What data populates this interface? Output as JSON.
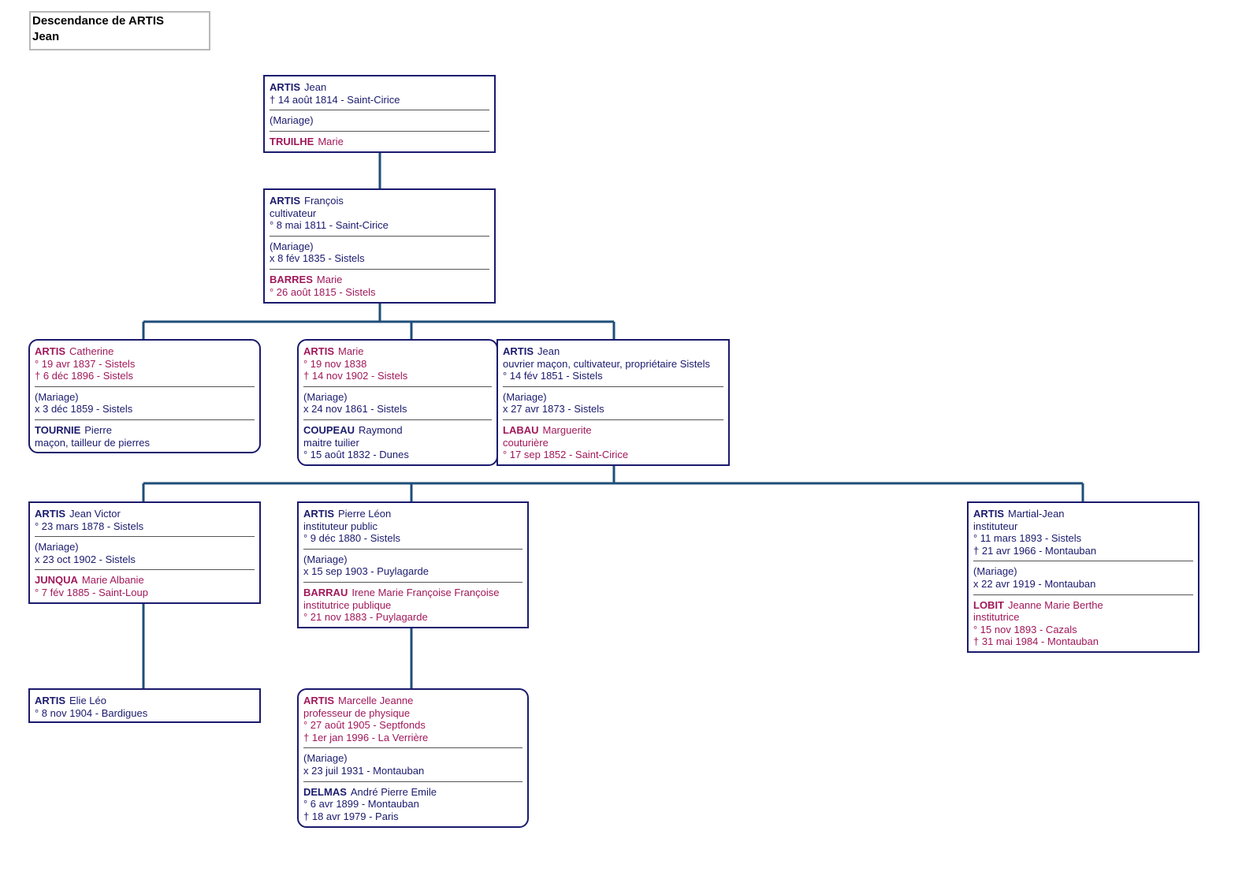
{
  "title": [
    "Descendance de ARTIS",
    "Jean"
  ],
  "colors": {
    "male": "#1a1a6e",
    "female": "#a0185a",
    "line": "#1f4e79",
    "title_border": "#b8b8b8"
  },
  "cards": [
    {
      "id": "card-artis-jean-root",
      "sections": [
        {
          "sex": "m",
          "surname": "ARTIS",
          "given": "Jean",
          "lines": [
            "† 14 août 1814 - Saint-Cirice"
          ]
        },
        {
          "sex": "m",
          "lines": [
            "(Mariage)"
          ]
        },
        {
          "sex": "f",
          "surname": "TRUILHE",
          "given": "Marie",
          "lines": []
        }
      ]
    },
    {
      "id": "card-artis-francois",
      "sections": [
        {
          "sex": "m",
          "surname": "ARTIS",
          "given": "François",
          "lines": [
            "cultivateur",
            "° 8 mai 1811 - Saint-Cirice"
          ]
        },
        {
          "sex": "m",
          "lines": [
            "(Mariage)",
            "x 8 fév 1835 - Sistels"
          ]
        },
        {
          "sex": "f",
          "surname": "BARRES",
          "given": "Marie",
          "lines": [
            "° 26 août 1815 - Sistels"
          ]
        }
      ]
    },
    {
      "id": "card-artis-catherine",
      "sections": [
        {
          "sex": "f",
          "surname": "ARTIS",
          "given": "Catherine",
          "lines": [
            "° 19 avr 1837 - Sistels",
            "† 6 déc 1896 - Sistels"
          ]
        },
        {
          "sex": "m",
          "lines": [
            "(Mariage)",
            "x 3 déc 1859 - Sistels"
          ]
        },
        {
          "sex": "m",
          "surname": "TOURNIE",
          "given": "Pierre",
          "lines": [
            "maçon, tailleur de pierres"
          ]
        }
      ]
    },
    {
      "id": "card-artis-marie",
      "sections": [
        {
          "sex": "f",
          "surname": "ARTIS",
          "given": "Marie",
          "lines": [
            "° 19 nov 1838",
            "† 14 nov 1902 - Sistels"
          ]
        },
        {
          "sex": "m",
          "lines": [
            "(Mariage)",
            "x 24 nov 1861 - Sistels"
          ]
        },
        {
          "sex": "m",
          "surname": "COUPEAU",
          "given": "Raymond",
          "lines": [
            "maitre tuilier",
            "° 15 août 1832 - Dunes"
          ]
        }
      ]
    },
    {
      "id": "card-artis-jean-1851",
      "sections": [
        {
          "sex": "m",
          "surname": "ARTIS",
          "given": "Jean",
          "lines": [
            "ouvrier maçon, cultivateur, propriétaire Sistels",
            "° 14 fév 1851 - Sistels"
          ]
        },
        {
          "sex": "m",
          "lines": [
            "(Mariage)",
            "x 27 avr 1873 - Sistels"
          ]
        },
        {
          "sex": "f",
          "surname": "LABAU",
          "given": "Marguerite",
          "lines": [
            "couturière",
            "° 17 sep 1852 - Saint-Cirice"
          ]
        }
      ]
    },
    {
      "id": "card-artis-jean-victor",
      "sections": [
        {
          "sex": "m",
          "surname": "ARTIS",
          "given": "Jean Victor",
          "lines": [
            "° 23 mars 1878 - Sistels"
          ]
        },
        {
          "sex": "m",
          "lines": [
            "(Mariage)",
            "x 23 oct 1902 - Sistels"
          ]
        },
        {
          "sex": "f",
          "surname": "JUNQUA",
          "given": "Marie Albanie",
          "lines": [
            "° 7 fév 1885 - Saint-Loup"
          ]
        }
      ]
    },
    {
      "id": "card-artis-pierre-leon",
      "sections": [
        {
          "sex": "m",
          "surname": "ARTIS",
          "given": "Pierre Léon",
          "lines": [
            "instituteur public",
            "° 9 déc 1880 - Sistels"
          ]
        },
        {
          "sex": "m",
          "lines": [
            "(Mariage)",
            "x 15 sep 1903 - Puylagarde"
          ]
        },
        {
          "sex": "f",
          "surname": "BARRAU",
          "given": "Irene Marie Françoise Françoise",
          "lines": [
            "institutrice publique",
            "° 21 nov 1883 - Puylagarde"
          ]
        }
      ]
    },
    {
      "id": "card-artis-martial-jean",
      "sections": [
        {
          "sex": "m",
          "surname": "ARTIS",
          "given": "Martial-Jean",
          "lines": [
            "instituteur",
            "° 11 mars 1893 - Sistels",
            "† 21 avr 1966 - Montauban"
          ]
        },
        {
          "sex": "m",
          "lines": [
            "(Mariage)",
            "x 22 avr 1919 - Montauban"
          ]
        },
        {
          "sex": "f",
          "surname": "LOBIT",
          "given": "Jeanne Marie Berthe",
          "lines": [
            "institutrice",
            "° 15 nov 1893 - Cazals",
            "† 31 mai 1984 - Montauban"
          ]
        }
      ]
    },
    {
      "id": "card-artis-elie-leo",
      "sections": [
        {
          "sex": "m",
          "surname": "ARTIS",
          "given": "Elie Léo",
          "lines": [
            "° 8 nov 1904 - Bardigues"
          ]
        }
      ]
    },
    {
      "id": "card-artis-marcelle-jeanne",
      "sections": [
        {
          "sex": "f",
          "surname": "ARTIS",
          "given": "Marcelle Jeanne",
          "lines": [
            "professeur de physique",
            "° 27 août 1905 - Septfonds",
            "† 1er jan 1996 - La Verrière"
          ]
        },
        {
          "sex": "m",
          "lines": [
            "(Mariage)",
            "x 23 juil 1931 - Montauban"
          ]
        },
        {
          "sex": "m",
          "surname": "DELMAS",
          "given": "André Pierre Emile",
          "lines": [
            "° 6 avr 1899 - Montauban",
            "† 18 avr 1979 - Paris"
          ]
        }
      ]
    }
  ]
}
